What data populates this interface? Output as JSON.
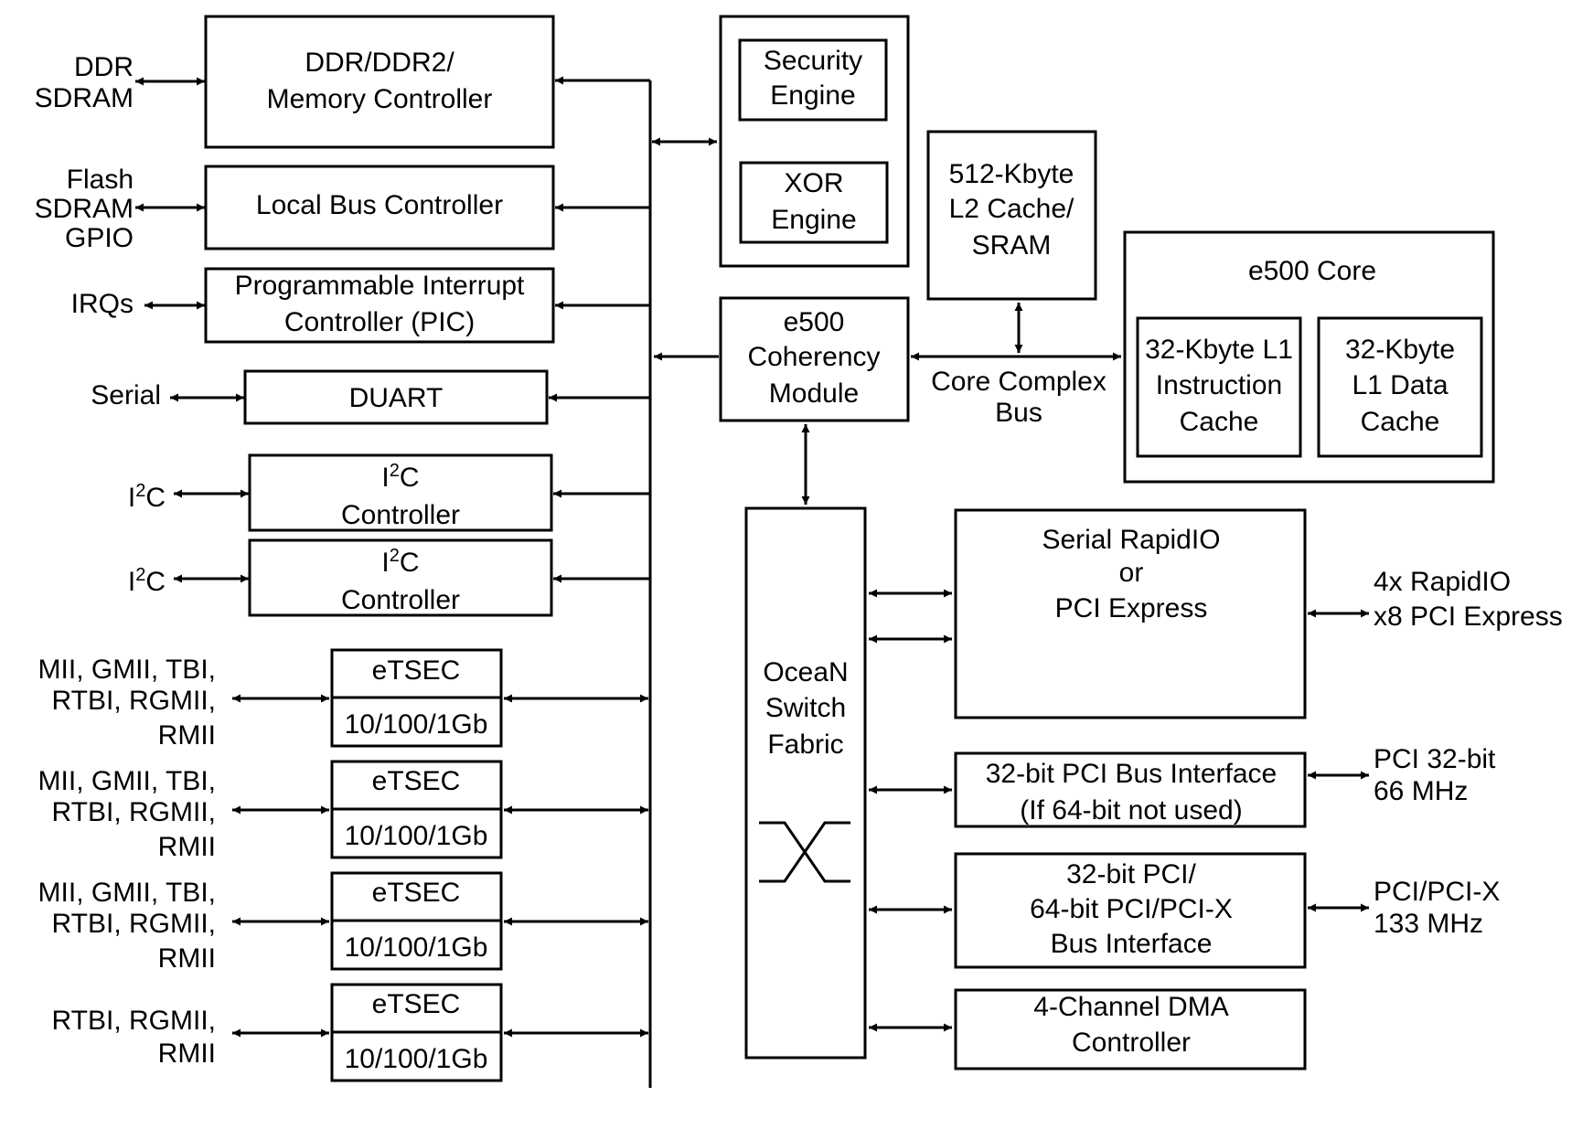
{
  "blocks": {
    "ddr_controller": [
      "DDR/DDR2/",
      "Memory Controller"
    ],
    "local_bus": [
      "Local Bus Controller"
    ],
    "pic": [
      "Programmable Interrupt",
      "Controller (PIC)"
    ],
    "duart": [
      "DUART"
    ],
    "i2c_controller": {
      "base": "I",
      "sup": "2",
      "rest": "C",
      "line2": "Controller"
    },
    "etsec": {
      "title": "eTSEC",
      "speed": "10/100/1Gb"
    },
    "security_engine": [
      "Security",
      "Engine"
    ],
    "xor_engine": [
      "XOR",
      "Engine"
    ],
    "l2_cache": [
      "512-Kbyte",
      "L2 Cache/",
      "SRAM"
    ],
    "e500_core": {
      "title": "e500 Core"
    },
    "l1_instruction": [
      "32-Kbyte L1",
      "Instruction",
      "Cache"
    ],
    "l1_data": [
      "32-Kbyte",
      "L1 Data",
      "Cache"
    ],
    "coherency_module": [
      "e500",
      "Coherency",
      "Module"
    ],
    "core_complex_bus": [
      "Core Complex",
      "Bus"
    ],
    "ocean_fabric": [
      "OceaN",
      "Switch",
      "Fabric"
    ],
    "srio_pcie": [
      "Serial RapidIO",
      "or",
      "PCI Express"
    ],
    "pci32": [
      "32-bit PCI Bus Interface",
      "(If 64-bit not used)"
    ],
    "pci64": [
      "32-bit PCI/",
      "64-bit PCI/PCI-X",
      "Bus Interface"
    ],
    "dma": [
      "4-Channel DMA",
      "Controller"
    ]
  },
  "external": {
    "ddr": [
      "DDR",
      "SDRAM"
    ],
    "local": [
      "Flash",
      "SDRAM",
      "GPIO"
    ],
    "irq": [
      "IRQs"
    ],
    "serial": [
      "Serial"
    ],
    "i2c": {
      "base": "I",
      "sup": "2",
      "rest": "C"
    },
    "eth_full": [
      "MII, GMII, TBI,",
      "RTBI, RGMII,",
      "RMII"
    ],
    "eth_reduced": [
      "RTBI, RGMII,",
      "RMII"
    ],
    "srio_ext": [
      "4x RapidIO",
      "x8 PCI Express"
    ],
    "pci32_ext": [
      "PCI 32-bit",
      "66 MHz"
    ],
    "pci64_ext": [
      "PCI/PCI-X",
      "133 MHz"
    ]
  }
}
